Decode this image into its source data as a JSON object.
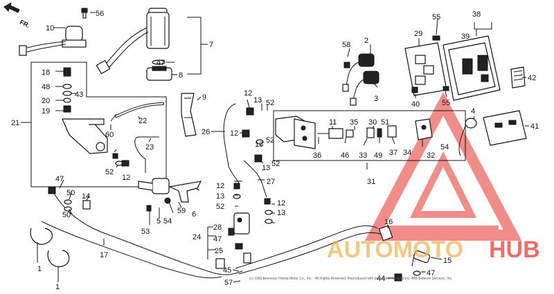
{
  "diagram": {
    "direction_label": "FR.",
    "copyright": "(c) 1993 American Honda Motor Co., Inc. - All Rights Reserved. Reproduced with permission of Helm Inc. ARI Network Services, Inc.",
    "callouts": [
      "1",
      "1",
      "2",
      "3",
      "4",
      "5",
      "6",
      "7",
      "8",
      "9",
      "10",
      "11",
      "12",
      "12",
      "12",
      "12",
      "12",
      "13",
      "13",
      "13",
      "13",
      "13",
      "14",
      "15",
      "16",
      "17",
      "18",
      "19",
      "20",
      "21",
      "22",
      "23",
      "24",
      "25",
      "26",
      "27",
      "28",
      "29",
      "30",
      "31",
      "32",
      "33",
      "34",
      "35",
      "36",
      "37",
      "38",
      "39",
      "40",
      "41",
      "42",
      "43",
      "44",
      "45",
      "46",
      "47",
      "47",
      "47",
      "47",
      "48",
      "49",
      "50",
      "50",
      "51",
      "52",
      "52",
      "52",
      "52",
      "52",
      "53",
      "54",
      "54",
      "55",
      "55",
      "56",
      "57",
      "58",
      "59",
      "60"
    ]
  },
  "watermark": {
    "brand_part1": "AUTOMOTO",
    "brand_part2": "HUB",
    "color_primary": "#e8302a",
    "color_secondary": "#f2b24a"
  }
}
